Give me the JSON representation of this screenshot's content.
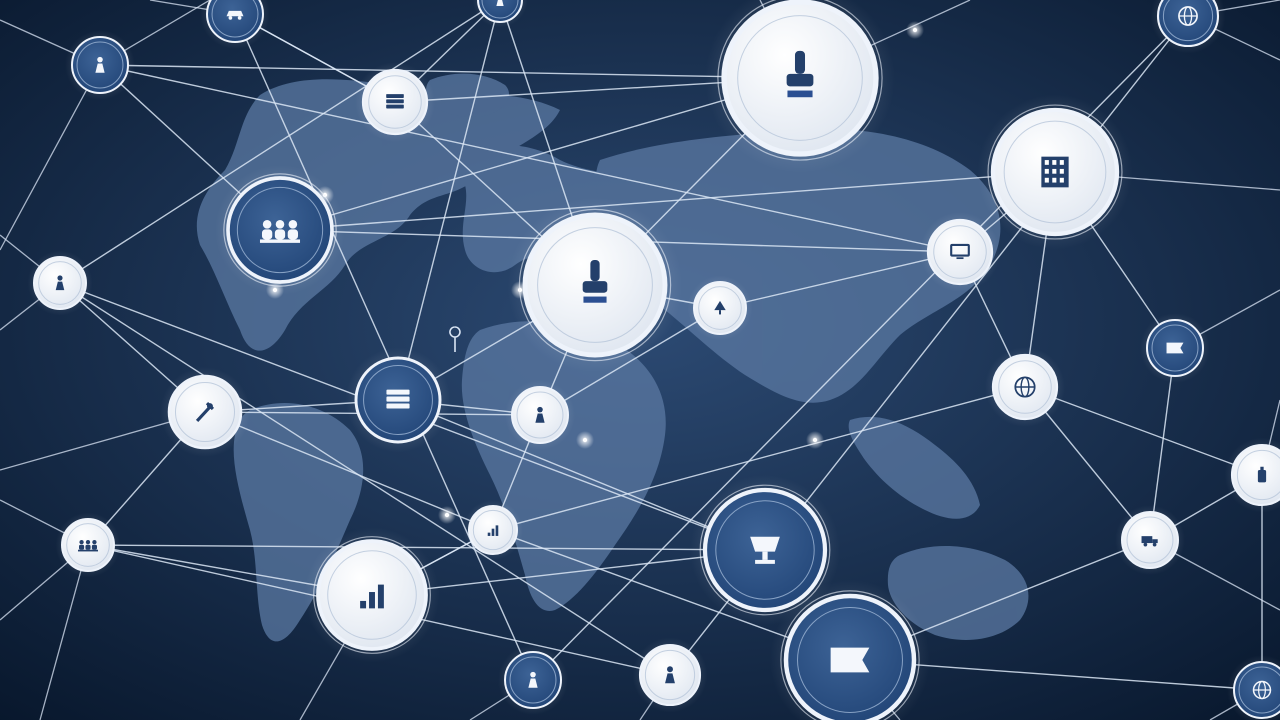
{
  "palette": {
    "background_center": "#2c4a73",
    "background_edge": "#08172c",
    "continent": "#5b79a3",
    "link": "#dbe6f5",
    "node_ring": "#eef3fb",
    "node_fill_light": "#dfe6f0",
    "node_fill_dark": "#1f4274",
    "glyph_dark": "#24406b",
    "glyph_light": "#f4f7fc",
    "accent_bar": "#2b4f92"
  },
  "nodes": [
    {
      "id": "n01",
      "icon": "robot-figure-icon",
      "variant": "light"
    },
    {
      "id": "n02",
      "icon": "person-icon",
      "variant": "dark"
    },
    {
      "id": "n03",
      "icon": "car-icon",
      "variant": "dark"
    },
    {
      "id": "n04",
      "icon": "server-icon",
      "variant": "light"
    },
    {
      "id": "n05",
      "icon": "chip-figure-icon",
      "variant": "light"
    },
    {
      "id": "n06",
      "icon": "people-group-icon",
      "variant": "dark"
    },
    {
      "id": "n07",
      "icon": "person-icon",
      "variant": "dark"
    },
    {
      "id": "n08",
      "icon": "tree-icon",
      "variant": "light"
    },
    {
      "id": "n09",
      "icon": "monitor-icon",
      "variant": "light"
    },
    {
      "id": "n10",
      "icon": "figure-icon",
      "variant": "light"
    },
    {
      "id": "n11",
      "icon": "building-icon",
      "variant": "light"
    },
    {
      "id": "n12",
      "icon": "stack-icon",
      "variant": "dark"
    },
    {
      "id": "n13",
      "icon": "person-icon",
      "variant": "light"
    },
    {
      "id": "n14",
      "icon": "flag-icon",
      "variant": "dark"
    },
    {
      "id": "n15",
      "icon": "tools-icon",
      "variant": "light"
    },
    {
      "id": "n16",
      "icon": "globe-icon",
      "variant": "light"
    },
    {
      "id": "n17",
      "icon": "crowd-icon",
      "variant": "light"
    },
    {
      "id": "n18",
      "icon": "trophy-icon",
      "variant": "dark"
    },
    {
      "id": "n19",
      "icon": "chart-icon",
      "variant": "light"
    },
    {
      "id": "n20",
      "icon": "truck-icon",
      "variant": "light"
    },
    {
      "id": "n21",
      "icon": "bottle-icon",
      "variant": "light"
    },
    {
      "id": "n22",
      "icon": "bars-icon",
      "variant": "light"
    },
    {
      "id": "n23",
      "icon": "flag-icon",
      "variant": "dark"
    },
    {
      "id": "n24",
      "icon": "globe-icon",
      "variant": "dark"
    },
    {
      "id": "n25",
      "icon": "person-icon",
      "variant": "dark"
    },
    {
      "id": "n26",
      "icon": "person-icon",
      "variant": "light"
    },
    {
      "id": "n27",
      "icon": "globe-icon",
      "variant": "dark"
    }
  ],
  "links": [
    [
      "n01",
      "n04"
    ],
    [
      "n01",
      "n05"
    ],
    [
      "n01",
      "n06"
    ],
    [
      "n01",
      "n02"
    ],
    [
      "n02",
      "n09"
    ],
    [
      "n04",
      "n05"
    ],
    [
      "n04",
      "n07"
    ],
    [
      "n04",
      "n03"
    ],
    [
      "n05",
      "n08"
    ],
    [
      "n05",
      "n12"
    ],
    [
      "n05",
      "n13"
    ],
    [
      "n05",
      "n07"
    ],
    [
      "n06",
      "n09"
    ],
    [
      "n06",
      "n11"
    ],
    [
      "n08",
      "n09"
    ],
    [
      "n08",
      "n13"
    ],
    [
      "n09",
      "n16"
    ],
    [
      "n09",
      "n11"
    ],
    [
      "n11",
      "n14"
    ],
    [
      "n11",
      "n16"
    ],
    [
      "n12",
      "n13"
    ],
    [
      "n12",
      "n18"
    ],
    [
      "n12",
      "n15"
    ],
    [
      "n12",
      "n07"
    ],
    [
      "n13",
      "n19"
    ],
    [
      "n13",
      "n15"
    ],
    [
      "n14",
      "n20"
    ],
    [
      "n15",
      "n19"
    ],
    [
      "n15",
      "n17"
    ],
    [
      "n16",
      "n19"
    ],
    [
      "n16",
      "n20"
    ],
    [
      "n16",
      "n21"
    ],
    [
      "n17",
      "n22"
    ],
    [
      "n19",
      "n23"
    ],
    [
      "n19",
      "n22"
    ],
    [
      "n20",
      "n21"
    ],
    [
      "n20",
      "n23"
    ],
    [
      "n07",
      "n10"
    ],
    [
      "n10",
      "n15"
    ],
    [
      "n10",
      "n18"
    ],
    [
      "n18",
      "n17"
    ],
    [
      "n03",
      "n25"
    ],
    [
      "n25",
      "n24"
    ],
    [
      "n24",
      "n26"
    ],
    [
      "n26",
      "n10"
    ],
    [
      "n26",
      "n17"
    ],
    [
      "n18",
      "n22"
    ],
    [
      "n22",
      "n19"
    ],
    [
      "n23",
      "n27"
    ],
    [
      "n21",
      "n27"
    ],
    [
      "n03",
      "n04"
    ],
    [
      "n02",
      "n06"
    ]
  ]
}
